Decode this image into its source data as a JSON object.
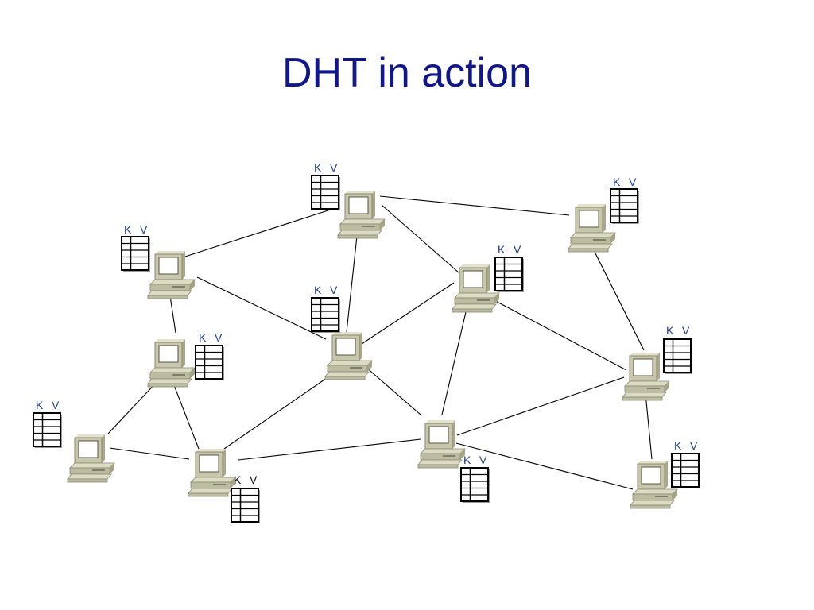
{
  "slide": {
    "title": "DHT in action"
  },
  "table_labels": {
    "key": "K",
    "value": "V"
  },
  "colors": {
    "title": "#10168c",
    "label_blue": "#1f3f8f",
    "label_black": "#111111",
    "link": "#000000",
    "computer_body": "#c8c7ad",
    "computer_screen": "#ffffff"
  },
  "icons": {
    "node": "desktop-computer-icon",
    "table": "key-value-table-icon"
  }
}
